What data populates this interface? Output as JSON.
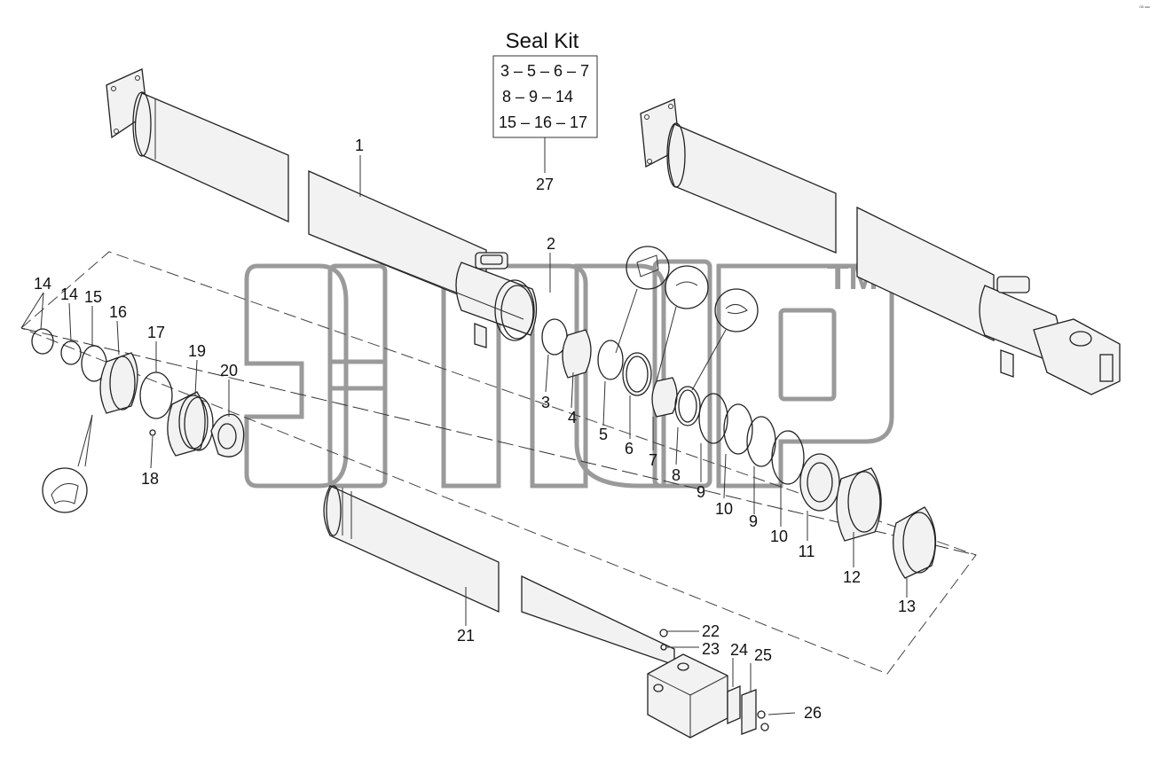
{
  "seal_kit": {
    "title": "Seal Kit",
    "rows": [
      "3 – 5 – 6 – 7",
      "8 – 9 – 14",
      "15 – 16 – 17"
    ],
    "kit_number": "27"
  },
  "callouts": [
    "1",
    "2",
    "3",
    "4",
    "5",
    "6",
    "7",
    "8",
    "9",
    "9",
    "10",
    "10",
    "11",
    "12",
    "13",
    "14",
    "14",
    "15",
    "16",
    "17",
    "18",
    "19",
    "20",
    "21",
    "22",
    "23",
    "24",
    "25",
    "26"
  ],
  "watermark": {
    "trademark": "TM"
  },
  "corner_mark": "ᴳᴰ ᵉᵉᵉ"
}
